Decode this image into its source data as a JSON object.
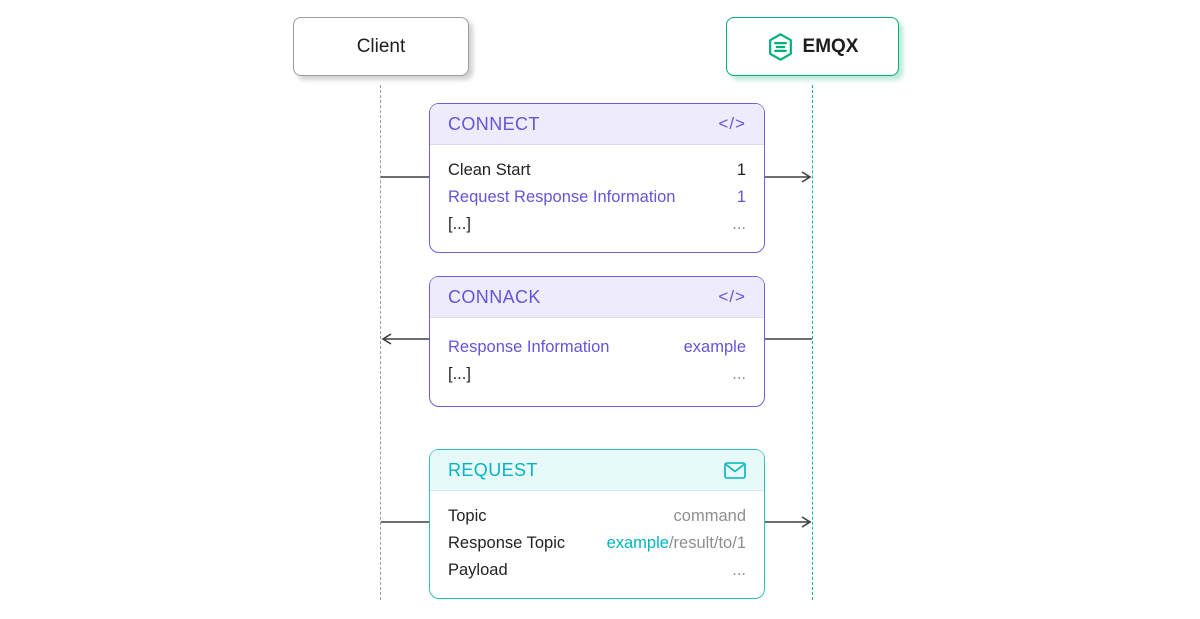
{
  "actors": {
    "client": {
      "label": "Client"
    },
    "emqx": {
      "label": "EMQX"
    }
  },
  "cards": [
    {
      "title": "CONNECT",
      "icon": "code-icon",
      "icon_glyph": "</>",
      "direction": "client-to-emqx",
      "rows": [
        {
          "label": "Clean Start",
          "value": "1"
        },
        {
          "label": "Request Response Information",
          "value": "1"
        },
        {
          "label": "[...]",
          "value": "..."
        }
      ]
    },
    {
      "title": "CONNACK",
      "icon": "code-icon",
      "icon_glyph": "</>",
      "direction": "emqx-to-client",
      "rows": [
        {
          "label": "Response Information",
          "value": "example"
        },
        {
          "label": "[...]",
          "value": "..."
        }
      ]
    },
    {
      "title": "REQUEST",
      "icon": "mail-icon",
      "direction": "client-to-emqx",
      "rows": [
        {
          "label": "Topic",
          "value": "command"
        },
        {
          "label": "Response Topic",
          "value_accent": "example",
          "value_rest": "/result/to/1"
        },
        {
          "label": "Payload",
          "value": "..."
        }
      ]
    }
  ],
  "colors": {
    "purple_accent": "#6356d8",
    "purple_bg": "#edebfc",
    "teal_accent": "#00b5bd",
    "teal_bg": "#e7faf9",
    "emqx_green": "#00b173",
    "gray_text": "#8e8e8e",
    "arrow": "#3f3f3f"
  }
}
